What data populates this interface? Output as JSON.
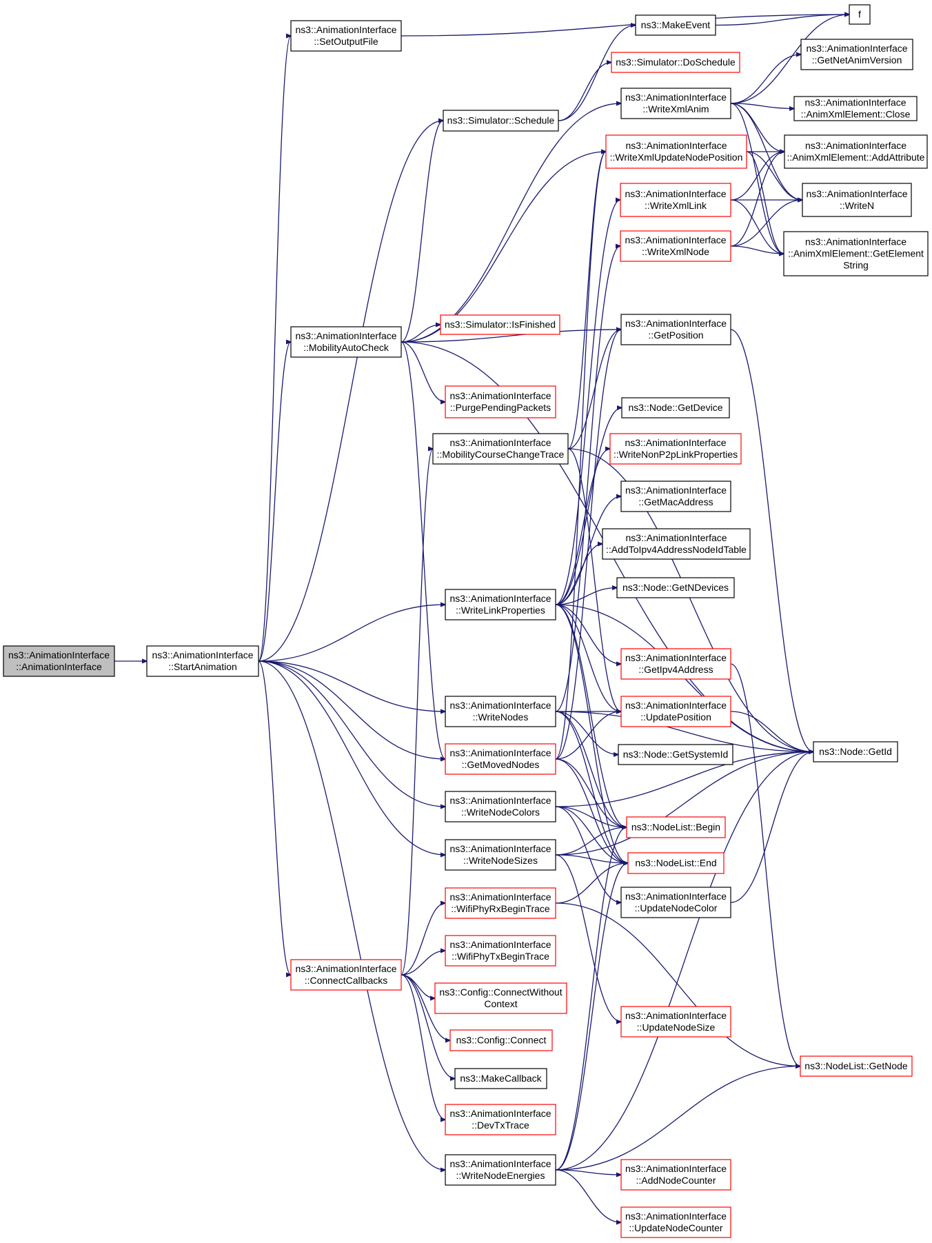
{
  "colors": {
    "edge": "#191970",
    "border_default": "#000000",
    "border_truncated": "#ff0000",
    "fill_default": "#ffffff",
    "fill_root": "#bfbfbf"
  },
  "nodes": [
    {
      "id": "root",
      "lines": [
        "ns3::AnimationInterface",
        "::AnimationInterface"
      ],
      "style": "root"
    },
    {
      "id": "start",
      "lines": [
        "ns3::AnimationInterface",
        "::StartAnimation"
      ],
      "style": "normal"
    },
    {
      "id": "setout",
      "lines": [
        "ns3::AnimationInterface",
        "::SetOutputFile"
      ],
      "style": "normal"
    },
    {
      "id": "f",
      "lines": [
        "f"
      ],
      "style": "normal"
    },
    {
      "id": "makeevent",
      "lines": [
        "ns3::MakeEvent"
      ],
      "style": "normal"
    },
    {
      "id": "doschedule",
      "lines": [
        "ns3::Simulator::DoSchedule"
      ],
      "style": "truncated"
    },
    {
      "id": "schedule",
      "lines": [
        "ns3::Simulator::Schedule"
      ],
      "style": "normal"
    },
    {
      "id": "writexmlanim",
      "lines": [
        "ns3::AnimationInterface",
        "::WriteXmlAnim"
      ],
      "style": "normal"
    },
    {
      "id": "getnetanim",
      "lines": [
        "ns3::AnimationInterface",
        "::GetNetAnimVersion"
      ],
      "style": "normal"
    },
    {
      "id": "close",
      "lines": [
        "ns3::AnimationInterface",
        "::AnimXmlElement::Close"
      ],
      "style": "normal"
    },
    {
      "id": "addattr",
      "lines": [
        "ns3::AnimationInterface",
        "::AnimXmlElement::AddAttribute"
      ],
      "style": "normal"
    },
    {
      "id": "wxunp",
      "lines": [
        "ns3::AnimationInterface",
        "::WriteXmlUpdateNodePosition"
      ],
      "style": "truncated"
    },
    {
      "id": "writen",
      "lines": [
        "ns3::AnimationInterface",
        "::WriteN"
      ],
      "style": "normal"
    },
    {
      "id": "wxlink",
      "lines": [
        "ns3::AnimationInterface",
        "::WriteXmlLink"
      ],
      "style": "truncated"
    },
    {
      "id": "wxnode",
      "lines": [
        "ns3::AnimationInterface",
        "::WriteXmlNode"
      ],
      "style": "truncated"
    },
    {
      "id": "getelem",
      "lines": [
        "ns3::AnimationInterface",
        "::AnimXmlElement::GetElement",
        "String"
      ],
      "style": "normal"
    },
    {
      "id": "mobauto",
      "lines": [
        "ns3::AnimationInterface",
        "::MobilityAutoCheck"
      ],
      "style": "normal"
    },
    {
      "id": "isfinished",
      "lines": [
        "ns3::Simulator::IsFinished"
      ],
      "style": "truncated"
    },
    {
      "id": "getpos",
      "lines": [
        "ns3::AnimationInterface",
        "::GetPosition"
      ],
      "style": "normal"
    },
    {
      "id": "purge",
      "lines": [
        "ns3::AnimationInterface",
        "::PurgePendingPackets"
      ],
      "style": "truncated"
    },
    {
      "id": "mobcourse",
      "lines": [
        "ns3::AnimationInterface",
        "::MobilityCourseChangeTrace"
      ],
      "style": "normal"
    },
    {
      "id": "getdevice",
      "lines": [
        "ns3::Node::GetDevice"
      ],
      "style": "normal"
    },
    {
      "id": "wnonp2p",
      "lines": [
        "ns3::AnimationInterface",
        "::WriteNonP2pLinkProperties"
      ],
      "style": "truncated"
    },
    {
      "id": "getmac",
      "lines": [
        "ns3::AnimationInterface",
        "::GetMacAddress"
      ],
      "style": "normal"
    },
    {
      "id": "addipv4",
      "lines": [
        "ns3::AnimationInterface",
        "::AddToIpv4AddressNodeIdTable"
      ],
      "style": "normal"
    },
    {
      "id": "getndev",
      "lines": [
        "ns3::Node::GetNDevices"
      ],
      "style": "normal"
    },
    {
      "id": "wlinkprops",
      "lines": [
        "ns3::AnimationInterface",
        "::WriteLinkProperties"
      ],
      "style": "normal"
    },
    {
      "id": "getipv4",
      "lines": [
        "ns3::AnimationInterface",
        "::GetIpv4Address"
      ],
      "style": "truncated"
    },
    {
      "id": "wnodes",
      "lines": [
        "ns3::AnimationInterface",
        "::WriteNodes"
      ],
      "style": "normal"
    },
    {
      "id": "updpos",
      "lines": [
        "ns3::AnimationInterface",
        "::UpdatePosition"
      ],
      "style": "truncated"
    },
    {
      "id": "getid",
      "lines": [
        "ns3::Node::GetId"
      ],
      "style": "normal"
    },
    {
      "id": "getsysid",
      "lines": [
        "ns3::Node::GetSystemId"
      ],
      "style": "normal"
    },
    {
      "id": "getmoved",
      "lines": [
        "ns3::AnimationInterface",
        "::GetMovedNodes"
      ],
      "style": "truncated"
    },
    {
      "id": "wnodecolors",
      "lines": [
        "ns3::AnimationInterface",
        "::WriteNodeColors"
      ],
      "style": "normal"
    },
    {
      "id": "nlbegin",
      "lines": [
        "ns3::NodeList::Begin"
      ],
      "style": "truncated"
    },
    {
      "id": "wnodesizes",
      "lines": [
        "ns3::AnimationInterface",
        "::WriteNodeSizes"
      ],
      "style": "normal"
    },
    {
      "id": "nlend",
      "lines": [
        "ns3::NodeList::End"
      ],
      "style": "truncated"
    },
    {
      "id": "wifirx",
      "lines": [
        "ns3::AnimationInterface",
        "::WifiPhyRxBeginTrace"
      ],
      "style": "truncated"
    },
    {
      "id": "updcolor",
      "lines": [
        "ns3::AnimationInterface",
        "::UpdateNodeColor"
      ],
      "style": "normal"
    },
    {
      "id": "wifitx",
      "lines": [
        "ns3::AnimationInterface",
        "::WifiPhyTxBeginTrace"
      ],
      "style": "truncated"
    },
    {
      "id": "connectcb",
      "lines": [
        "ns3::AnimationInterface",
        "::ConnectCallbacks"
      ],
      "style": "truncated"
    },
    {
      "id": "connwoctx",
      "lines": [
        "ns3::Config::ConnectWithout",
        "Context"
      ],
      "style": "truncated"
    },
    {
      "id": "updsize",
      "lines": [
        "ns3::AnimationInterface",
        "::UpdateNodeSize"
      ],
      "style": "truncated"
    },
    {
      "id": "connect",
      "lines": [
        "ns3::Config::Connect"
      ],
      "style": "truncated"
    },
    {
      "id": "getnode",
      "lines": [
        "ns3::NodeList::GetNode"
      ],
      "style": "truncated"
    },
    {
      "id": "makecb",
      "lines": [
        "ns3::MakeCallback"
      ],
      "style": "normal"
    },
    {
      "id": "devtx",
      "lines": [
        "ns3::AnimationInterface",
        "::DevTxTrace"
      ],
      "style": "truncated"
    },
    {
      "id": "wnodeenergies",
      "lines": [
        "ns3::AnimationInterface",
        "::WriteNodeEnergies"
      ],
      "style": "normal"
    },
    {
      "id": "addcounter",
      "lines": [
        "ns3::AnimationInterface",
        "::AddNodeCounter"
      ],
      "style": "truncated"
    },
    {
      "id": "updcounter",
      "lines": [
        "ns3::AnimationInterface",
        "::UpdateNodeCounter"
      ],
      "style": "truncated"
    }
  ],
  "edges": [
    [
      "root",
      "start"
    ],
    [
      "start",
      "setout"
    ],
    [
      "start",
      "schedule"
    ],
    [
      "start",
      "mobauto"
    ],
    [
      "start",
      "wlinkprops"
    ],
    [
      "start",
      "wnodes"
    ],
    [
      "start",
      "getmoved"
    ],
    [
      "start",
      "wnodecolors"
    ],
    [
      "start",
      "wnodesizes"
    ],
    [
      "start",
      "connectcb"
    ],
    [
      "start",
      "wnodeenergies"
    ],
    [
      "setout",
      "f"
    ],
    [
      "schedule",
      "makeevent"
    ],
    [
      "schedule",
      "doschedule"
    ],
    [
      "makeevent",
      "f"
    ],
    [
      "writexmlanim",
      "f"
    ],
    [
      "writexmlanim",
      "getnetanim"
    ],
    [
      "writexmlanim",
      "close"
    ],
    [
      "writexmlanim",
      "addattr"
    ],
    [
      "writexmlanim",
      "writen"
    ],
    [
      "writexmlanim",
      "getelem"
    ],
    [
      "mobauto",
      "schedule"
    ],
    [
      "mobauto",
      "writexmlanim"
    ],
    [
      "mobauto",
      "wxunp"
    ],
    [
      "mobauto",
      "isfinished"
    ],
    [
      "mobauto",
      "getpos"
    ],
    [
      "mobauto",
      "purge"
    ],
    [
      "mobauto",
      "getid"
    ],
    [
      "mobauto",
      "getmoved"
    ],
    [
      "wxunp",
      "addattr"
    ],
    [
      "wxunp",
      "writen"
    ],
    [
      "wxunp",
      "getelem"
    ],
    [
      "wxlink",
      "addattr"
    ],
    [
      "wxlink",
      "writen"
    ],
    [
      "wxlink",
      "getelem"
    ],
    [
      "wxnode",
      "addattr"
    ],
    [
      "wxnode",
      "writen"
    ],
    [
      "wxnode",
      "getelem"
    ],
    [
      "getpos",
      "getid"
    ],
    [
      "mobcourse",
      "wxunp"
    ],
    [
      "mobcourse",
      "getpos"
    ],
    [
      "mobcourse",
      "getid"
    ],
    [
      "mobcourse",
      "updpos"
    ],
    [
      "wlinkprops",
      "wxlink"
    ],
    [
      "wlinkprops",
      "getdevice"
    ],
    [
      "wlinkprops",
      "wnonp2p"
    ],
    [
      "wlinkprops",
      "getmac"
    ],
    [
      "wlinkprops",
      "addipv4"
    ],
    [
      "wlinkprops",
      "getndev"
    ],
    [
      "wlinkprops",
      "getipv4"
    ],
    [
      "wlinkprops",
      "updpos"
    ],
    [
      "wlinkprops",
      "getid"
    ],
    [
      "wlinkprops",
      "nlbegin"
    ],
    [
      "wlinkprops",
      "nlend"
    ],
    [
      "getipv4",
      "getnode"
    ],
    [
      "wnodes",
      "wxnode"
    ],
    [
      "wnodes",
      "updpos"
    ],
    [
      "wnodes",
      "getsysid"
    ],
    [
      "wnodes",
      "getid"
    ],
    [
      "wnodes",
      "nlbegin"
    ],
    [
      "wnodes",
      "nlend"
    ],
    [
      "updpos",
      "getid"
    ],
    [
      "getmoved",
      "wxunp"
    ],
    [
      "getmoved",
      "getpos"
    ],
    [
      "getmoved",
      "updpos"
    ],
    [
      "getmoved",
      "nlbegin"
    ],
    [
      "getmoved",
      "nlend"
    ],
    [
      "wnodecolors",
      "nlbegin"
    ],
    [
      "wnodecolors",
      "nlend"
    ],
    [
      "wnodecolors",
      "updcolor"
    ],
    [
      "wnodecolors",
      "getid"
    ],
    [
      "updcolor",
      "getid"
    ],
    [
      "wnodesizes",
      "nlbegin"
    ],
    [
      "wnodesizes",
      "nlend"
    ],
    [
      "wnodesizes",
      "updsize"
    ],
    [
      "wnodesizes",
      "getid"
    ],
    [
      "wifirx",
      "nlend"
    ],
    [
      "wifirx",
      "getnode"
    ],
    [
      "connectcb",
      "mobcourse"
    ],
    [
      "connectcb",
      "wifirx"
    ],
    [
      "connectcb",
      "wifitx"
    ],
    [
      "connectcb",
      "connwoctx"
    ],
    [
      "connectcb",
      "connect"
    ],
    [
      "connectcb",
      "makecb"
    ],
    [
      "connectcb",
      "devtx"
    ],
    [
      "wnodeenergies",
      "nlbegin"
    ],
    [
      "wnodeenergies",
      "nlend"
    ],
    [
      "wnodeenergies",
      "getid"
    ],
    [
      "wnodeenergies",
      "getnode"
    ],
    [
      "wnodeenergies",
      "addcounter"
    ],
    [
      "wnodeenergies",
      "updcounter"
    ]
  ]
}
